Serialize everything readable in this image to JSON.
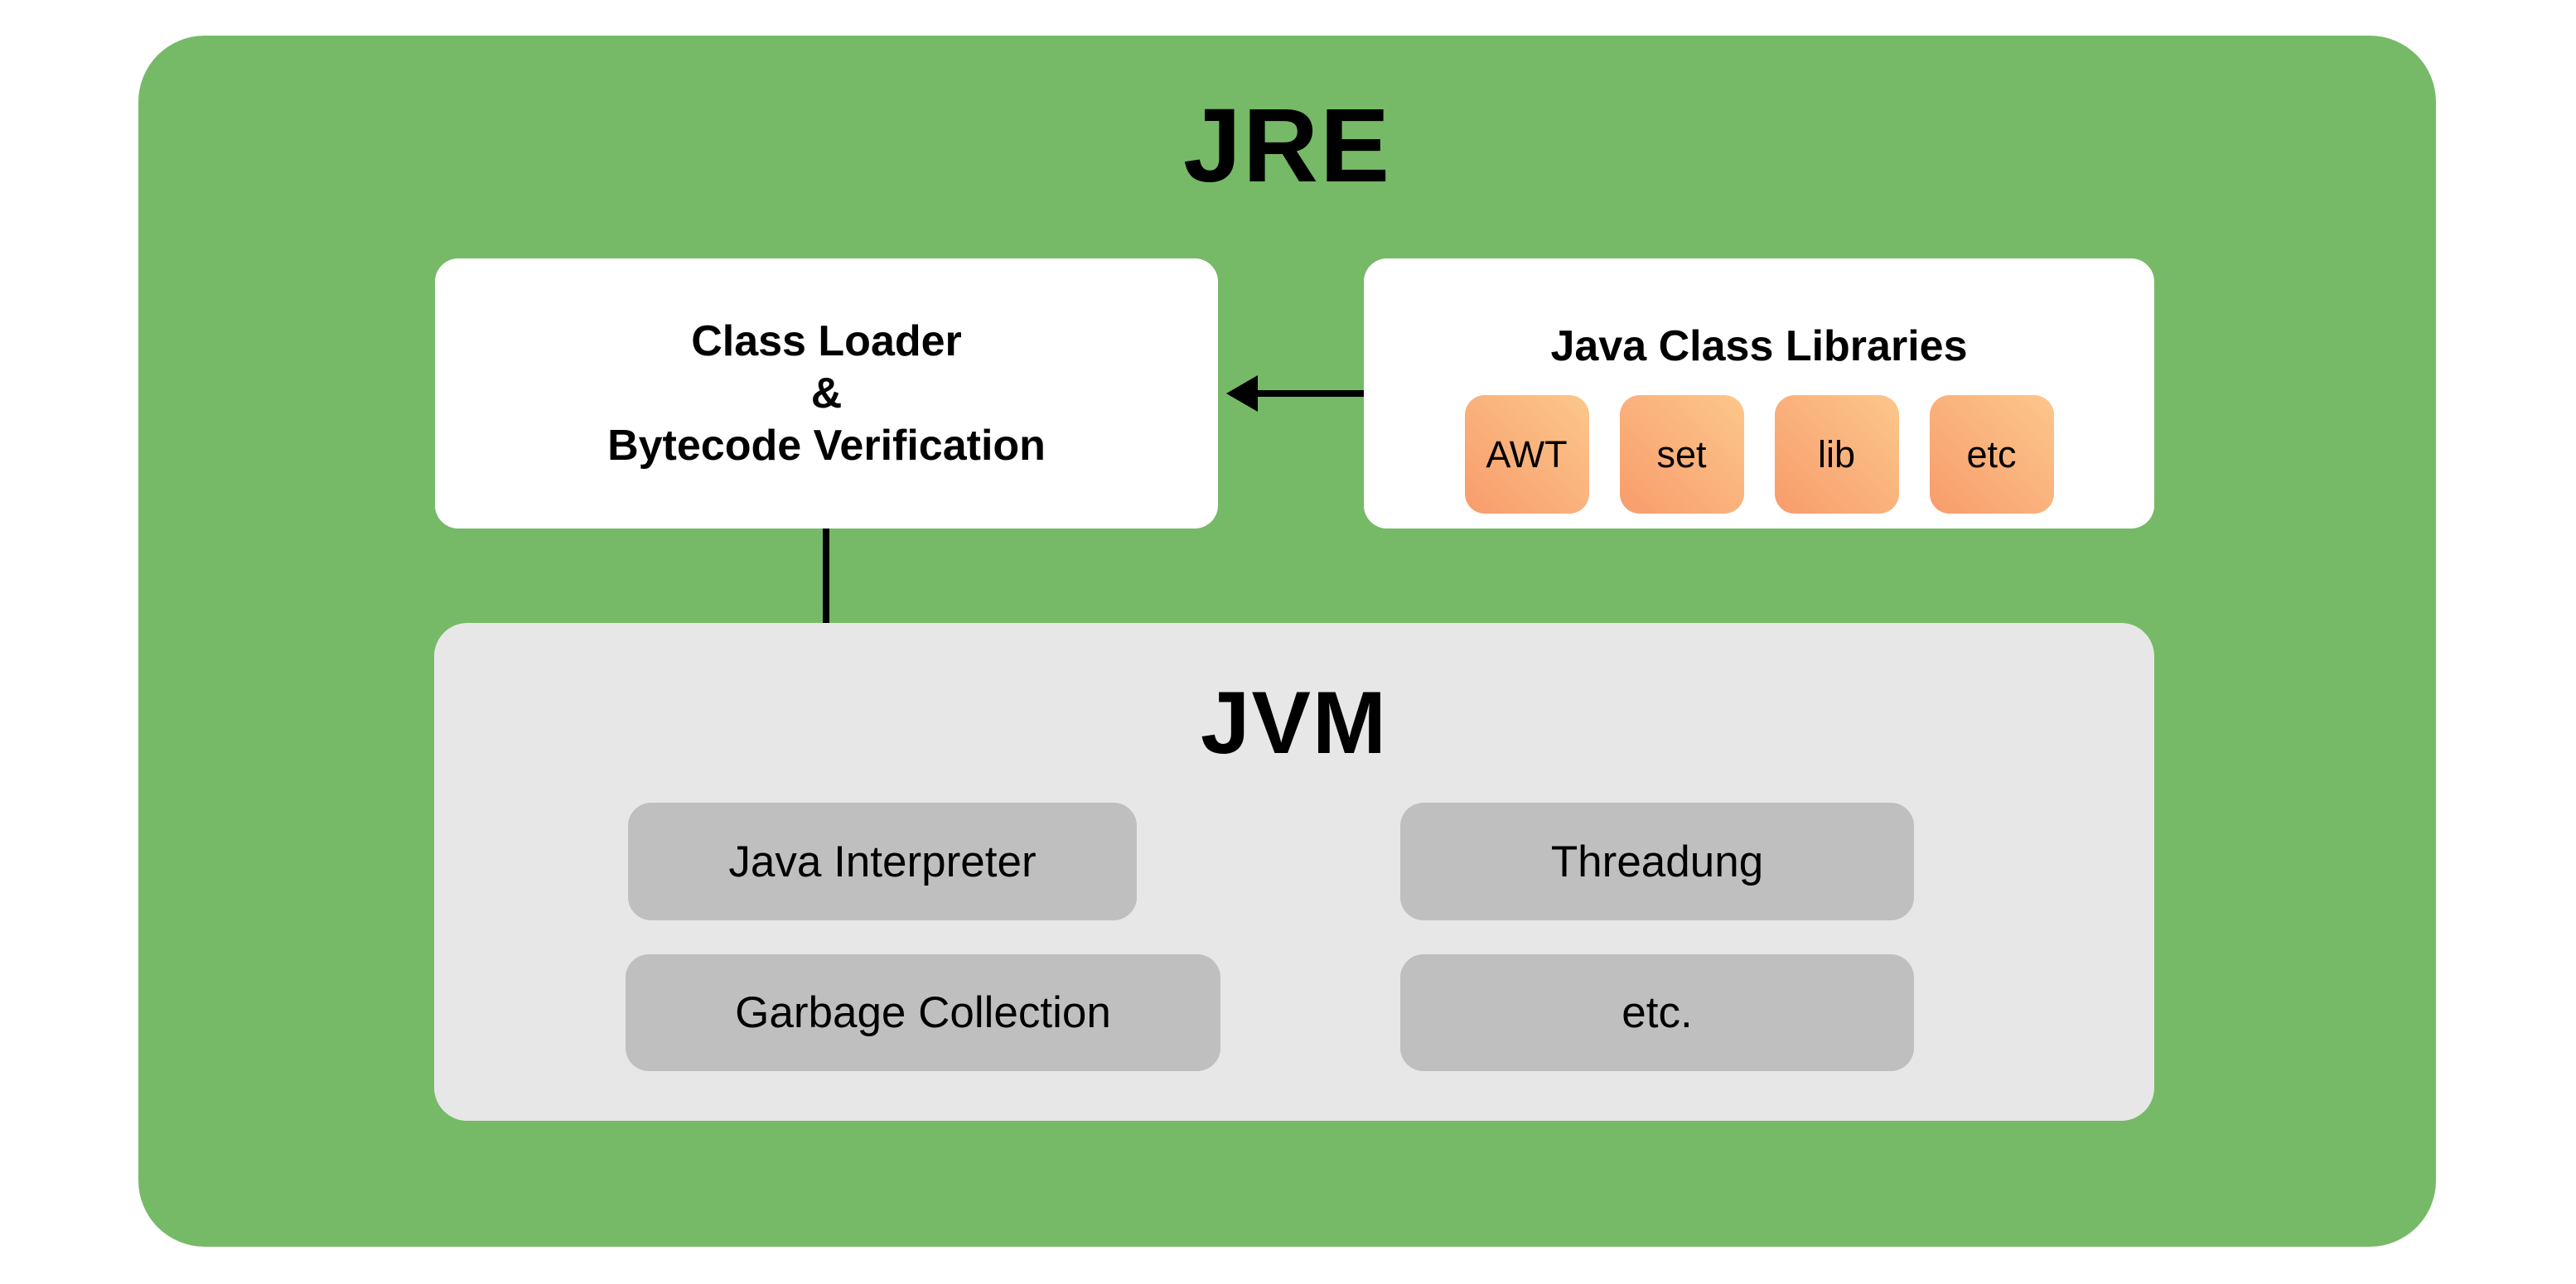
{
  "diagram": {
    "jre": {
      "title": "JRE"
    },
    "class_loader": {
      "line1": "Class Loader",
      "line2": "&",
      "line3": "Bytecode Verification"
    },
    "libraries": {
      "title": "Java Class Libraries",
      "chips": [
        "AWT",
        "set",
        "lib",
        "etc"
      ]
    },
    "jvm": {
      "title": "JVM",
      "modules": [
        "Java Interpreter",
        "Threadung",
        "Garbage Collection",
        "etc."
      ]
    },
    "colors": {
      "jre_background": "#76BA67",
      "jvm_background": "#E7E7E7",
      "module_background": "#BFBFBF",
      "chip_gradient_start": "#F89C6B",
      "chip_gradient_end": "#FCC78C",
      "box_background": "#FFFFFF",
      "text": "#000000",
      "arrow": "#000000"
    }
  }
}
